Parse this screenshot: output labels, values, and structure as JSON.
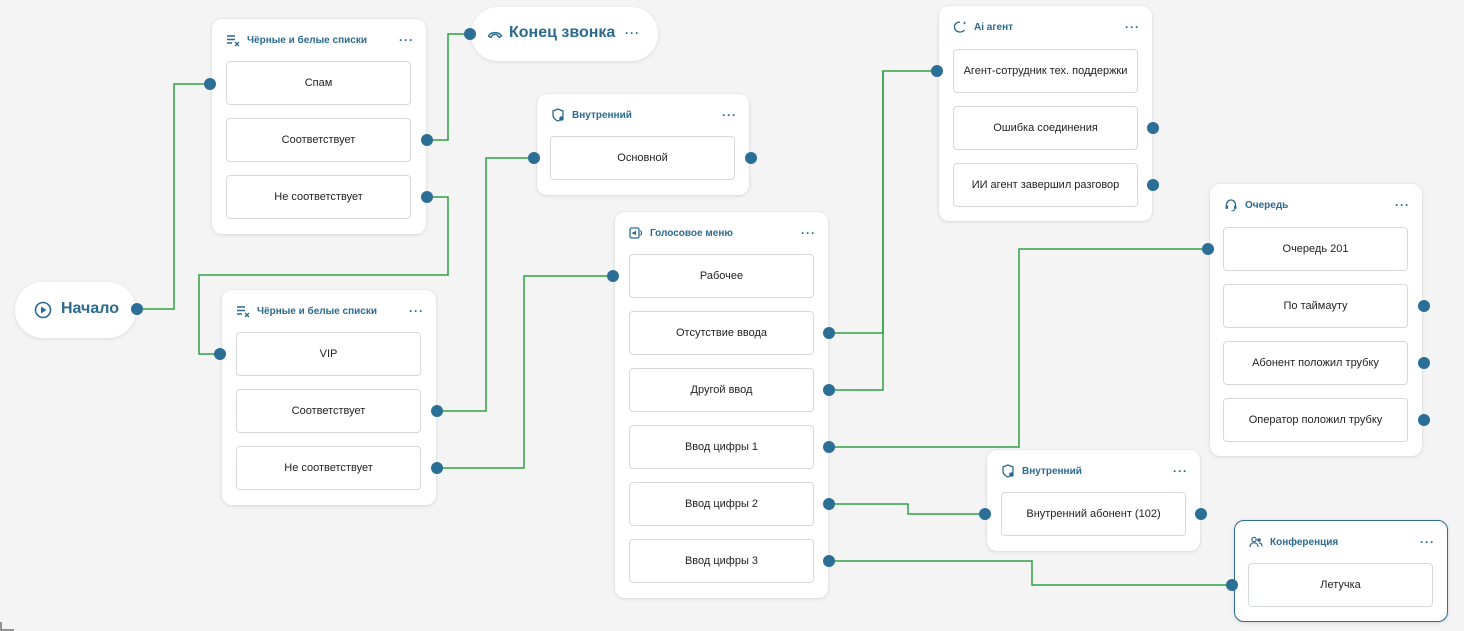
{
  "colors": {
    "edge": "#2ea043",
    "port": "#2b6e96",
    "title": "#2a6b8f"
  },
  "start": {
    "label": "Начало",
    "icon": "play-circle-icon"
  },
  "end_call": {
    "label": "Конец звонка",
    "icon": "phone-hangup-icon",
    "more": "···"
  },
  "bwlist_1": {
    "title": "Чёрные и белые списки",
    "icon": "list-filter-icon",
    "more": "···",
    "rows": [
      "Спам",
      "Соответствует",
      "Не соответствует"
    ]
  },
  "bwlist_2": {
    "title": "Чёрные и белые списки",
    "icon": "list-filter-icon",
    "more": "···",
    "rows": [
      "VIP",
      "Соответствует",
      "Не соответствует"
    ]
  },
  "internal_1": {
    "title": "Внутренний",
    "icon": "shield-phone-icon",
    "more": "···",
    "rows": [
      "Основной"
    ]
  },
  "voice_menu": {
    "title": "Голосовое меню",
    "icon": "speaker-menu-icon",
    "more": "···",
    "rows": [
      "Рабочее",
      "Отсутствие ввода",
      "Другой ввод",
      "Ввод цифры 1",
      "Ввод цифры 2",
      "Ввод цифры 3"
    ]
  },
  "ai_agent": {
    "title": "Ai агент",
    "icon": "ai-agent-icon",
    "more": "···",
    "rows": [
      "Агент-сотрудник тех. поддержки",
      "Ошибка соединения",
      "ИИ агент завершил разговор"
    ]
  },
  "queue": {
    "title": "Очередь",
    "icon": "headset-icon",
    "more": "···",
    "rows": [
      "Очередь 201",
      "По таймауту",
      "Абонент положил трубку",
      "Оператор положил трубку"
    ]
  },
  "internal_2": {
    "title": "Внутренний",
    "icon": "shield-phone-icon",
    "more": "···",
    "rows": [
      "Внутренний абонент (102)"
    ]
  },
  "conference": {
    "title": "Конференция",
    "icon": "people-icon",
    "more": "···",
    "rows": [
      "Летучка"
    ]
  }
}
